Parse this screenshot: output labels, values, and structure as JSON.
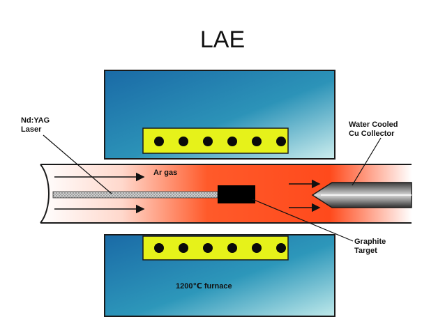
{
  "title": "LAE",
  "labels": {
    "laser": [
      "Nd:YAG",
      "Laser"
    ],
    "gas": "Ar gas",
    "collector": [
      "Water Cooled",
      "Cu Collector"
    ],
    "target": [
      "Graphite",
      "Target"
    ],
    "furnace": "1200℃ furnace"
  },
  "colors": {
    "furnace_block_dark": "#1b6fa8",
    "furnace_block_light": "#cfeff0",
    "coil_band": "#e6f21a",
    "coil_dot": "#0a0a0a",
    "plasma": "#ff4a1c",
    "target": "#000000",
    "outline": "#1a1a1a"
  },
  "coil_dots_per_band": 6
}
